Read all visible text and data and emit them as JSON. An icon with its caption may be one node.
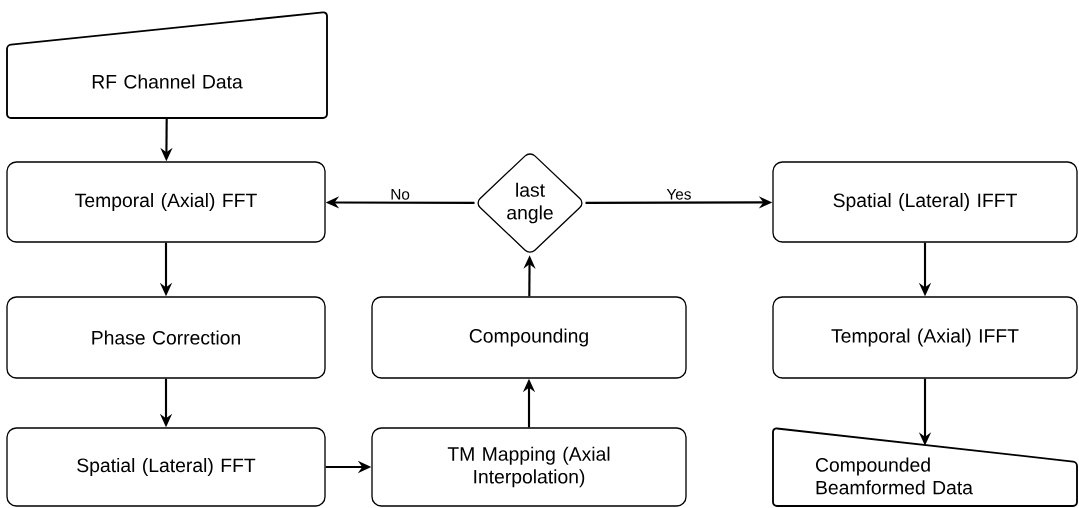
{
  "diagram": {
    "nodes": [
      {
        "text": [
          "RF Channel Data"
        ]
      },
      {
        "text": [
          "Temporal (Axial) FFT"
        ]
      },
      {
        "text": [
          "Phase Correction"
        ]
      },
      {
        "text": [
          "Spatial (Lateral) FFT"
        ]
      },
      {
        "text": [
          "TM Mapping (Axial Interpolation)"
        ]
      },
      {
        "text": [
          "Compounding"
        ]
      },
      {
        "text": [
          "last angle"
        ]
      },
      {
        "text": [
          "Spatial (Lateral) IFFT"
        ]
      },
      {
        "text": [
          "Temporal (Axial) IFFT"
        ]
      },
      {
        "text": [
          "Compounded Beamformed Data"
        ]
      }
    ],
    "edges": [
      {
        "from": 0,
        "to": 1,
        "arrow": "to"
      },
      {
        "from": 1,
        "to": 2,
        "arrow": "to"
      },
      {
        "from": 2,
        "to": 3,
        "arrow": "to"
      },
      {
        "from": 3,
        "to": 4,
        "arrow": "to"
      },
      {
        "from": 4,
        "to": 5,
        "arrow": "to"
      },
      {
        "from": 5,
        "to": 6,
        "arrow": "to"
      },
      {
        "from": 6,
        "to": 1,
        "label": "No",
        "arrow": "to"
      },
      {
        "from": 6,
        "to": 7,
        "label": "Yes",
        "arrow": "to"
      },
      {
        "from": 7,
        "to": 8,
        "arrow": "to"
      },
      {
        "from": 8,
        "to": 9,
        "arrow": "to"
      }
    ]
  }
}
